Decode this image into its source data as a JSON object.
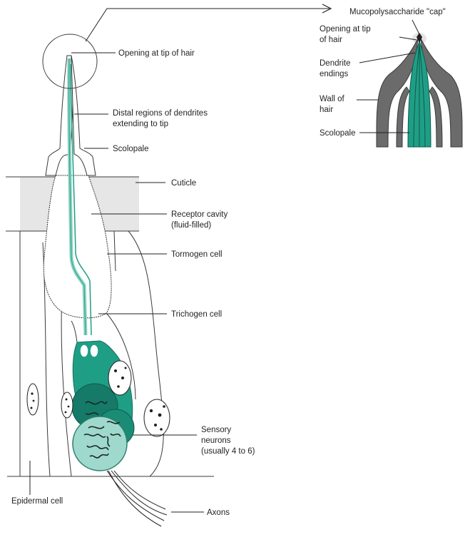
{
  "labels": {
    "opening_tip": "Opening at tip of hair",
    "distal_line1": "Distal regions of dendrites",
    "distal_line2": "extending to tip",
    "scolopale": "Scolopale",
    "cuticle": "Cuticle",
    "receptor_line1": "Receptor cavity",
    "receptor_line2": "(fluid-filled)",
    "tormogen": "Tormogen cell",
    "trichogen": "Trichogen cell",
    "sensory_line1": "Sensory",
    "sensory_line2": "neurons",
    "sensory_line3": "(usually 4 to 6)",
    "epidermal": "Epidermal cell",
    "axons": "Axons"
  },
  "inset": {
    "cap": "Mucopolysaccharide \"cap\"",
    "opening_line1": "Opening at tip",
    "opening_line2": "of hair",
    "dendrite_line1": "Dendrite",
    "dendrite_line2": "endings",
    "wall_line1": "Wall of",
    "wall_line2": "hair",
    "scolopale": "Scolopale"
  },
  "colors": {
    "neuron_teal": "#1f9e86",
    "dendrite_light": "#8fd3c4",
    "cuticle_gray": "#e6e6e6",
    "hair_wall_gray": "#6b6b6b",
    "line": "#231f20"
  }
}
